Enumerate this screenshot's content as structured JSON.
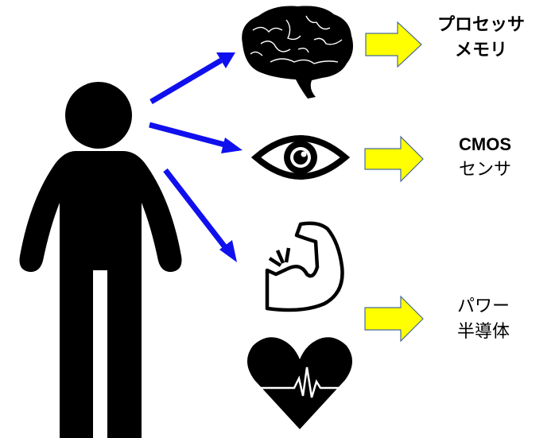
{
  "colors": {
    "arrow_blue": "#1010ee",
    "arrow_yellow": "#ffff00",
    "arrow_yellow_border": "#4a6a9a",
    "icon_black": "#000000"
  },
  "figure": {
    "person": {
      "icon": "person-icon"
    },
    "rows": [
      {
        "icon": "brain-icon",
        "meaning": "brain",
        "labels": [
          "プロセッサ",
          "メモリ"
        ]
      },
      {
        "icon": "eye-icon",
        "meaning": "eye",
        "labels": [
          "CMOS",
          "センサ"
        ]
      },
      {
        "icon": "muscle-icon",
        "icon2": "heart-icon",
        "meaning": "muscle / heart",
        "labels": [
          "パワー",
          "半導体"
        ]
      }
    ]
  }
}
